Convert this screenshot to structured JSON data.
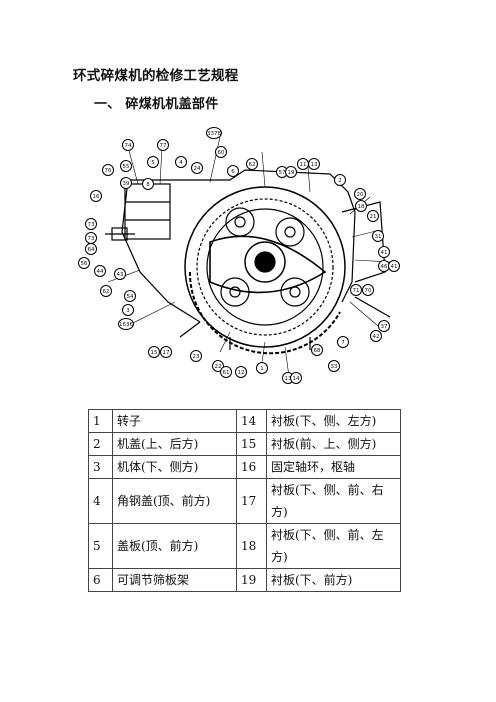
{
  "document": {
    "title": "环式碎煤机的检修工艺规程",
    "section_heading": "一、 碎煤机机盖部件"
  },
  "figure": {
    "callouts": [
      "74",
      "77",
      "3378",
      "60",
      "76",
      "55",
      "5",
      "4",
      "24",
      "6",
      "62",
      "11",
      "13",
      "2",
      "16",
      "20",
      "21",
      "18",
      "73",
      "73",
      "64",
      "56",
      "44",
      "43",
      "62",
      "54",
      "3",
      "1636",
      "15",
      "17",
      "23",
      "22",
      "61",
      "12",
      "13",
      "14",
      "1",
      "68",
      "7",
      "33",
      "37",
      "71",
      "70",
      "46",
      "31",
      "41",
      "41",
      "8",
      "39",
      "57",
      "19",
      "42"
    ]
  },
  "parts_table": {
    "rows": [
      {
        "n1": "1",
        "p1": "转子",
        "n2": "14",
        "p2": "衬板(下、侧、左方)"
      },
      {
        "n1": "2",
        "p1": "机盖(上、后方)",
        "n2": "15",
        "p2": "衬板(前、上、侧方)"
      },
      {
        "n1": "3",
        "p1": "机体(下、侧方)",
        "n2": "16",
        "p2": "固定轴环，枢轴"
      },
      {
        "n1": "4",
        "p1": "角钢盖(顶、前方)",
        "n2": "17",
        "p2": "衬板(下、侧、前、右方)"
      },
      {
        "n1": "5",
        "p1": "盖板(顶、前方)",
        "n2": "18",
        "p2": "衬板(下、侧、前、左方)"
      },
      {
        "n1": "6",
        "p1": "可调节筛板架",
        "n2": "19",
        "p2": "衬板(下、前方)"
      }
    ]
  }
}
